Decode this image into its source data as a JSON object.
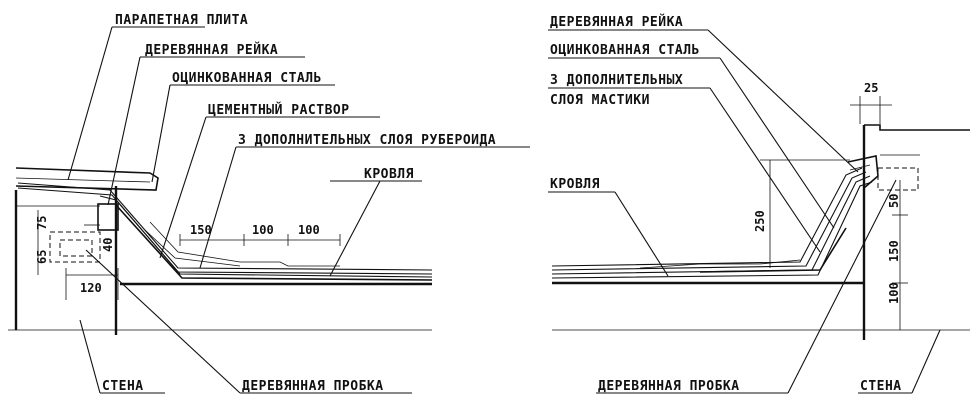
{
  "left_detail": {
    "labels": {
      "parapet_slab": "ПАРАПЕТНАЯ ПЛИТА",
      "wooden_strip": "ДЕРЕВЯННАЯ РЕЙКА",
      "galvanized_steel": "ОЦИНКОВАННАЯ СТАЛЬ",
      "cement_mortar": "ЦЕМЕНТНЫЙ РАСТВОР",
      "extra_layers": "3 ДОПОЛНИТЕЛЬНЫХ СЛОЯ РУБЕРОИДА",
      "roof": "КРОВЛЯ",
      "wall": "СТЕНА",
      "wooden_plug": "ДЕРЕВЯННАЯ ПРОБКА"
    },
    "dimensions": {
      "d150": "150",
      "d100a": "100",
      "d100b": "100",
      "d75": "75",
      "d65": "65",
      "d40": "40",
      "d120": "120"
    }
  },
  "right_detail": {
    "labels": {
      "wooden_strip": "ДЕРЕВЯННАЯ РЕЙКА",
      "galvanized_steel": "ОЦИНКОВАННАЯ СТАЛЬ",
      "extra_mastic_line1": "3 ДОПОЛНИТЕЛЬНЫХ",
      "extra_mastic_line2": "СЛОЯ МАСТИКИ",
      "roof": "КРОВЛЯ",
      "wooden_plug": "ДЕРЕВЯННАЯ ПРОБКА",
      "wall": "СТЕНА"
    },
    "dimensions": {
      "d25": "25",
      "d250": "250",
      "d50": "50",
      "d150": "150",
      "d100": "100"
    }
  }
}
